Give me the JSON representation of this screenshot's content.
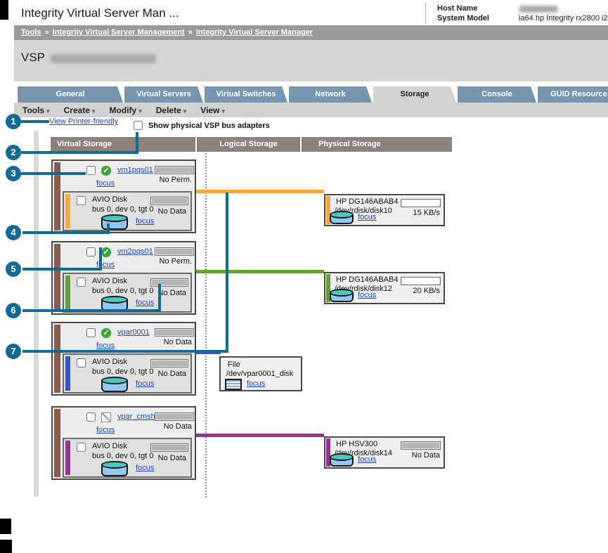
{
  "window": {
    "title": "Integrity Virtual Server Man ...",
    "host_name_label": "Host Name",
    "system_model_label": "System Model",
    "system_model_value": "ia64 hp Integrity rx2800 i2"
  },
  "breadcrumb": {
    "separator": "»",
    "items": [
      "Tools",
      "Integrity Virtual Server Management",
      "Integrity Virtual Server Manager"
    ]
  },
  "page": {
    "title_prefix": "VSP"
  },
  "tabs": [
    {
      "label": "General",
      "active": false
    },
    {
      "label": "Virtual Servers",
      "active": false
    },
    {
      "label": "Virtual Switches",
      "active": false
    },
    {
      "label": "Network",
      "active": false
    },
    {
      "label": "Storage",
      "active": true
    },
    {
      "label": "Console",
      "active": false
    },
    {
      "label": "GUID Resources",
      "active": false
    }
  ],
  "menubar": {
    "caret": "▾",
    "items": [
      "Tools",
      "Create",
      "Modify",
      "Delete",
      "View"
    ]
  },
  "toolbar": {
    "printer_link_label": "View Printer-friendly",
    "show_adapters_label": "Show physical VSP bus adapters",
    "show_adapters_checked": false
  },
  "columns": {
    "virtual": "Virtual Storage",
    "logical": "Logical Storage",
    "physical": "Physical Storage"
  },
  "colors": {
    "callout": "#116B95",
    "row_accents": [
      "#FAA83A",
      "#61A233",
      "#2F55D4",
      "#9C2F96"
    ],
    "vm_sidebar": "#8A5A4A",
    "tab_blue": "#7795B0",
    "link_blue": "#2244cc"
  },
  "rows": [
    {
      "vm": {
        "name": "vm1pqs01",
        "focus_label": "focus",
        "meter_label": "No Perm.",
        "status": "ok"
      },
      "device": {
        "type": "AVIO Disk",
        "address": "bus 0, dev 0, tgt 0",
        "meter_label": "No Data",
        "focus_label": "focus"
      },
      "physical": {
        "model": "HP DG146ABAB4",
        "path": "/dev/rdisk/disk10",
        "meter_label": "15 KB/s",
        "focus_label": "focus"
      },
      "accent": "#FAA83A"
    },
    {
      "vm": {
        "name": "vm2pqs01",
        "focus_label": "focus",
        "meter_label": "No Perm.",
        "status": "ok"
      },
      "device": {
        "type": "AVIO Disk",
        "address": "bus 0, dev 0, tgt 0",
        "meter_label": "No Data",
        "focus_label": "focus"
      },
      "physical": {
        "model": "HP DG146ABAB4",
        "path": "/dev/rdisk/disk12",
        "meter_label": "20 KB/s",
        "focus_label": "focus"
      },
      "accent": "#61A233"
    },
    {
      "vm": {
        "name": "vpar0001",
        "focus_label": "focus",
        "meter_label": "No Data",
        "status": "ok"
      },
      "device": {
        "type": "AVIO Disk",
        "address": "bus 0, dev 0, tgt 0",
        "meter_label": "No Data",
        "focus_label": "focus"
      },
      "logical": {
        "type": "File",
        "path": "/dev/vpar0001_disk",
        "focus_label": "focus"
      },
      "accent": "#2F55D4"
    },
    {
      "vm": {
        "name": "vpar_cmsha",
        "focus_label": "focus",
        "meter_label": "No Data",
        "status": "unknown"
      },
      "device": {
        "type": "AVIO Disk",
        "address": "bus 0, dev 0, tgt 0",
        "meter_label": "No Data",
        "focus_label": "focus"
      },
      "physical": {
        "model": "HP HSV300",
        "path": "/dev/rdisk/disk14",
        "meter_label": "No Data",
        "focus_label": "focus"
      },
      "accent": "#9C2F96"
    }
  ],
  "callouts": [
    "1",
    "2",
    "3",
    "4",
    "5",
    "6",
    "7"
  ]
}
